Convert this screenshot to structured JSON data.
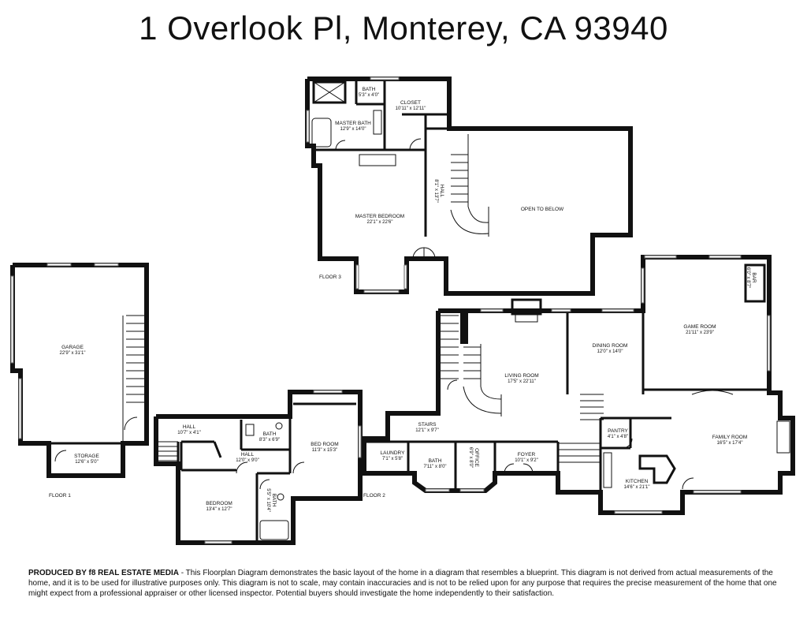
{
  "title": "1 Overlook Pl, Monterey, CA  93940",
  "floors": [
    "FLOOR 1",
    "FLOOR 2",
    "FLOOR 3"
  ],
  "rooms": {
    "bath3": {
      "name": "BATH",
      "dim": "5'3\" x 4'0\""
    },
    "closet": {
      "name": "CLOSET",
      "dim": "10'11\" x 12'11\""
    },
    "master_bath": {
      "name": "MASTER BATH",
      "dim": "12'9\" x 14'0\""
    },
    "hall3": {
      "name": "HALL",
      "dim": "8'1\" x 13'7\""
    },
    "open_below": {
      "name": "OPEN TO BELOW"
    },
    "master_bedroom": {
      "name": "MASTER BEDROOM",
      "dim": "22'1\" x 22'6\""
    },
    "garage": {
      "name": "GARAGE",
      "dim": "22'9\" x 31'1\""
    },
    "storage": {
      "name": "STORAGE",
      "dim": "12'6\" x 5'0\""
    },
    "bar": {
      "name": "BAR",
      "dim": "6'0\" x 8'7\""
    },
    "game_room": {
      "name": "GAME ROOM",
      "dim": "21'11\" x 23'9\""
    },
    "dining_room": {
      "name": "DINING ROOM",
      "dim": "12'0\" x 14'0\""
    },
    "living_room": {
      "name": "LIVING ROOM",
      "dim": "17'5\" x 22'11\""
    },
    "stairs": {
      "name": "STAIRS",
      "dim": "12'1\" x 9'7\""
    },
    "laundry": {
      "name": "LAUNDRY",
      "dim": "7'1\" x 5'8\""
    },
    "bath2": {
      "name": "BATH",
      "dim": "7'11\" x 8'0\""
    },
    "office": {
      "name": "OFFICE",
      "dim": "6'9\" x 8'0\""
    },
    "foyer": {
      "name": "FOYER",
      "dim": "10'1\" x 9'2\""
    },
    "pantry": {
      "name": "PANTRY",
      "dim": "4'1\" x 4'8\""
    },
    "family_room": {
      "name": "FAMILY ROOM",
      "dim": "16'5\" x 17'4\""
    },
    "kitchen": {
      "name": "KITCHEN",
      "dim": "14'6\" x 21'1\""
    },
    "hall1a": {
      "name": "HALL",
      "dim": "10'7\" x 4'1\""
    },
    "hall1b": {
      "name": "HALL",
      "dim": "12'0\" x 9'0\""
    },
    "bath1a": {
      "name": "BATH",
      "dim": "8'3\" x 6'9\""
    },
    "bath1b": {
      "name": "BATH",
      "dim": "5'5\" x 10'4\""
    },
    "bedroom": {
      "name": "BED ROOM",
      "dim": "11'3\" x 15'3\""
    },
    "bedroom2": {
      "name": "BEDROOM",
      "dim": "13'4\" x 12'7\""
    }
  },
  "disclaimer": {
    "producer": "PRODUCED BY f8 REAL ESTATE MEDIA",
    "text": " - This Floorplan Diagram demonstrates the basic layout of the home in a diagram that resembles a blueprint. This diagram is not derived from actual measurements of the home, and it is to be used for illustrative purposes only. This diagram is not to scale, may contain inaccuracies and is not to be relied upon for any purpose that requires the precise measurement of the home that one might expect from a professional appraiser or other licensed inspector. Potential buyers should investigate the home independently to their satisfaction."
  }
}
